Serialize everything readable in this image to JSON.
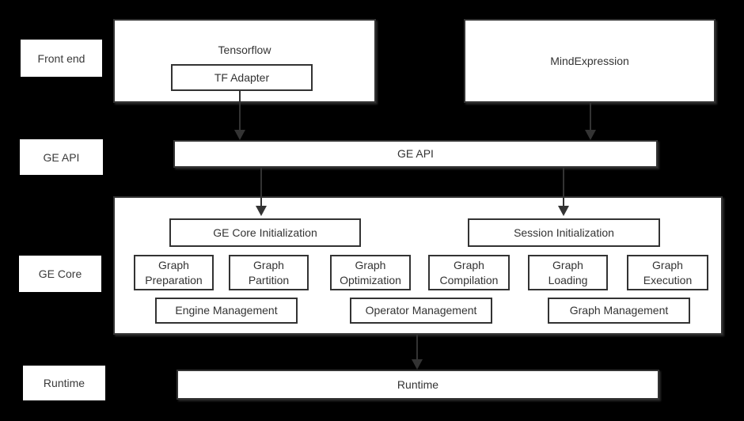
{
  "colors": {
    "background": "#000000",
    "box_fill": "#ffffff",
    "border": "#333333",
    "text": "#333333",
    "arrow": "#333333"
  },
  "side_labels": [
    "Front end",
    "GE API",
    "GE Core",
    "Runtime"
  ],
  "front_end": {
    "tensorflow_label": "Tensorflow",
    "tf_adapter_label": "TF Adapter",
    "mind_expression_label": "MindExpression"
  },
  "ge_api_label": "GE API",
  "ge_core": {
    "ge_core_init_label": "GE Core Initialization",
    "session_init_label": "Session Initialization",
    "modules": [
      "Graph Preparation",
      "Graph Partition",
      "Graph Optimization",
      "Graph Compilation",
      "Graph Loading",
      "Graph Execution"
    ],
    "management": [
      "Engine Management",
      "Operator Management",
      "Graph Management"
    ]
  },
  "runtime_label": "Runtime"
}
